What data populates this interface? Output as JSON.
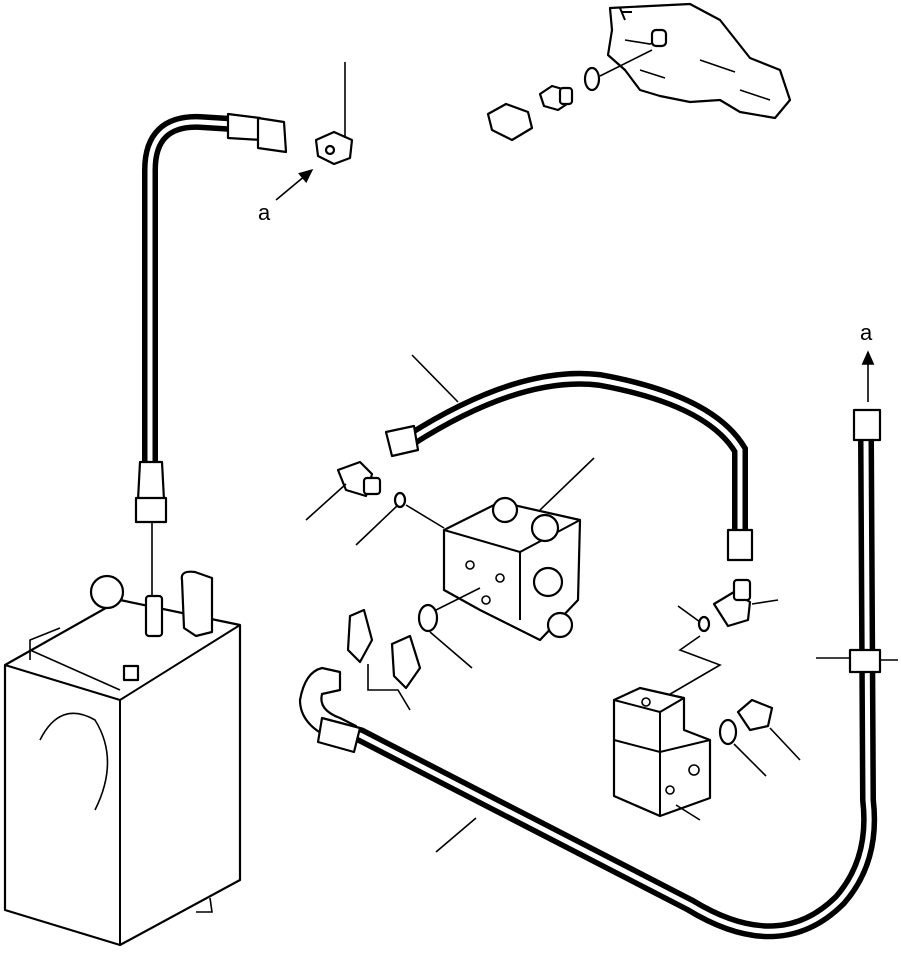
{
  "diagram": {
    "callouts": [
      {
        "id": "callout-a-top",
        "text": "a"
      },
      {
        "id": "callout-a-right",
        "text": "a"
      }
    ]
  }
}
